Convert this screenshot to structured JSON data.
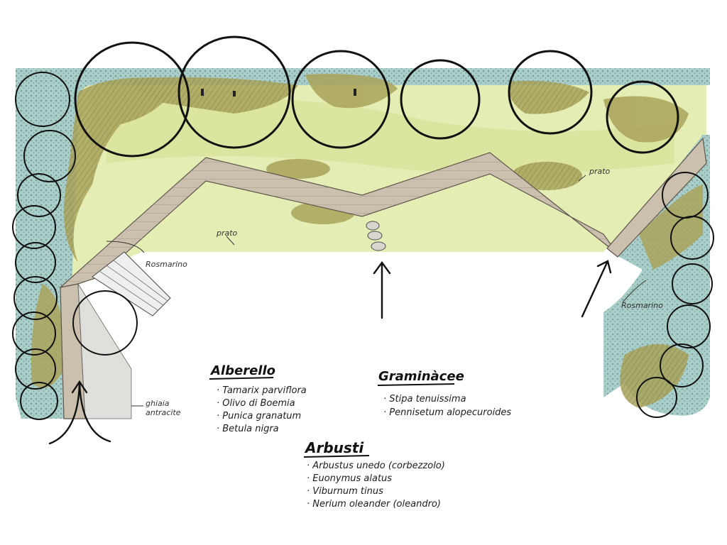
{
  "labels": {
    "prato_1": "prato",
    "prato_2": "prato",
    "rosmarino_1": "Rosmarino",
    "rosmarino_2": "Rosmarino",
    "ghiaia_1": "ghiaia",
    "ghiaia_2": "antracite"
  },
  "legend": {
    "alberello": {
      "title": "Alberello",
      "items": [
        "· Tamarix parviflora",
        "· Olivo di Boemia",
        "· Punica granatum",
        "· Betula nigra"
      ]
    },
    "graminacee": {
      "title": "Graminàcee",
      "items": [
        "· Stipa tenuissima",
        "· Pennisetum alopecuroides"
      ]
    },
    "arbusti": {
      "title": "Arbusti",
      "items": [
        "· Arbustus unedo (corbezzolo)",
        "· Euonymus alatus",
        "· Viburnum tinus",
        "· Nerium oleander (oleandro)"
      ]
    }
  },
  "colors": {
    "lawn": "#e4edb4",
    "lawn_dark": "#d3df8f",
    "hedge": "#a9cfcb",
    "grass_clump": "#a9a35a",
    "deck": "#cbbfae",
    "gravel": "#dfe0dc",
    "ink": "#1d1d1d"
  }
}
